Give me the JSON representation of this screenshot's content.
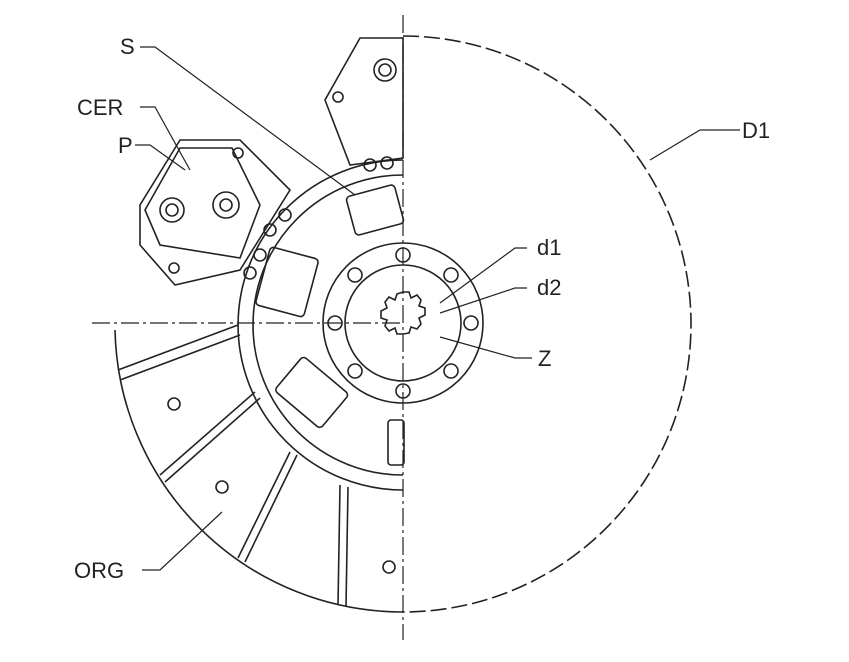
{
  "diagram": {
    "type": "technical drawing",
    "subject": "clutch disc (half section view)",
    "labels": {
      "S": "S",
      "CER": "CER",
      "P": "P",
      "D1": "D1",
      "d1": "d1",
      "d2": "d2",
      "Z": "Z",
      "ORG": "ORG"
    },
    "colors": {
      "line": "#222222",
      "background": "#ffffff"
    }
  }
}
